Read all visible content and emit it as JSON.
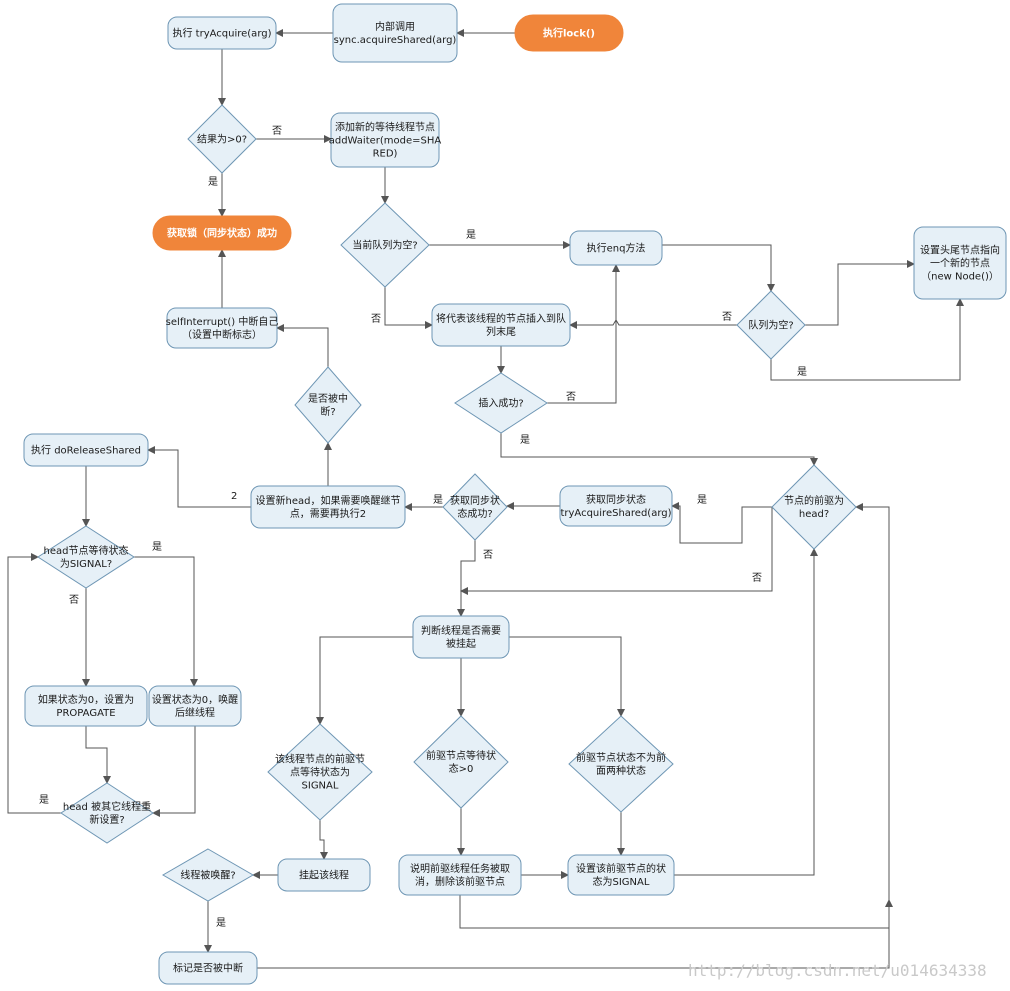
{
  "colors": {
    "box_fill": "#e6f0f7",
    "box_stroke": "#6e96b4",
    "accent_fill": "#f0853a",
    "edge": "#555555"
  },
  "nodes": {
    "exec_lock": "执行lock()",
    "acquire_shared": [
      "内部调用",
      "sync.acquireShared(arg)"
    ],
    "try_acquire": "执行 tryAcquire(arg)",
    "result_gt0": "结果为>0?",
    "get_lock": "获取锁（同步状态）成功",
    "add_waiter": [
      "添加新的等待线程节点",
      "addWaiter(mode=SHA",
      "RED)"
    ],
    "queue_empty_q": "当前队列为空?",
    "exec_enq": "执行enq方法",
    "set_head_tail": [
      "设置头尾节点指向",
      "一个新的节点",
      "（new Node()）"
    ],
    "queue_empty2": "队列为空?",
    "insert_tail": [
      "将代表该线程的节点插入到队",
      "列末尾"
    ],
    "insert_ok": "插入成功?",
    "self_interrupt": [
      "selfInterrupt() 中断自己",
      "（设置中断标志）"
    ],
    "interrupted_q": [
      "是否被中",
      "断?"
    ],
    "pred_is_head": [
      "节点的前驱为",
      "head?"
    ],
    "try_acquire_shared": [
      "获取同步状态",
      "tryAcquireShared(arg)"
    ],
    "acquire_ok": [
      "获取同步状",
      "态成功?"
    ],
    "set_new_head": [
      "设置新head，如果需要唤醒继节",
      "点，需要再执行2"
    ],
    "do_release": "执行 doReleaseShared",
    "head_signal_q": [
      "head节点等待状态",
      "为SIGNAL?"
    ],
    "set_propagate": [
      "如果状态为0，设置为",
      "PROPAGATE"
    ],
    "wake_successor": [
      "设置状态为0，唤醒",
      "后继线程"
    ],
    "head_changed_q": [
      "head 被其它线程重",
      "新设置?"
    ],
    "judge_park": [
      "判断线程是否需要",
      "被挂起"
    ],
    "pred_signal_q": [
      "该线程节点的前驱节",
      "点等待状态为",
      "SIGNAL"
    ],
    "pred_gt0_q": [
      "前驱节点等待状",
      "态>0"
    ],
    "pred_other_q": [
      "前驱节点状态不为前",
      "面两种状态"
    ],
    "park_thread": "挂起该线程",
    "remove_pred": [
      "说明前驱线程任务被取",
      "消，删除该前驱节点"
    ],
    "set_pred_signal": [
      "设置该前驱节点的状",
      "态为SIGNAL"
    ],
    "woken_q": "线程被唤醒?",
    "mark_interrupted": "标记是否被中断"
  },
  "edge_labels": {
    "no": "否",
    "yes": "是",
    "two": "2"
  },
  "watermark": "http://blog.csdn.net/u014634338"
}
